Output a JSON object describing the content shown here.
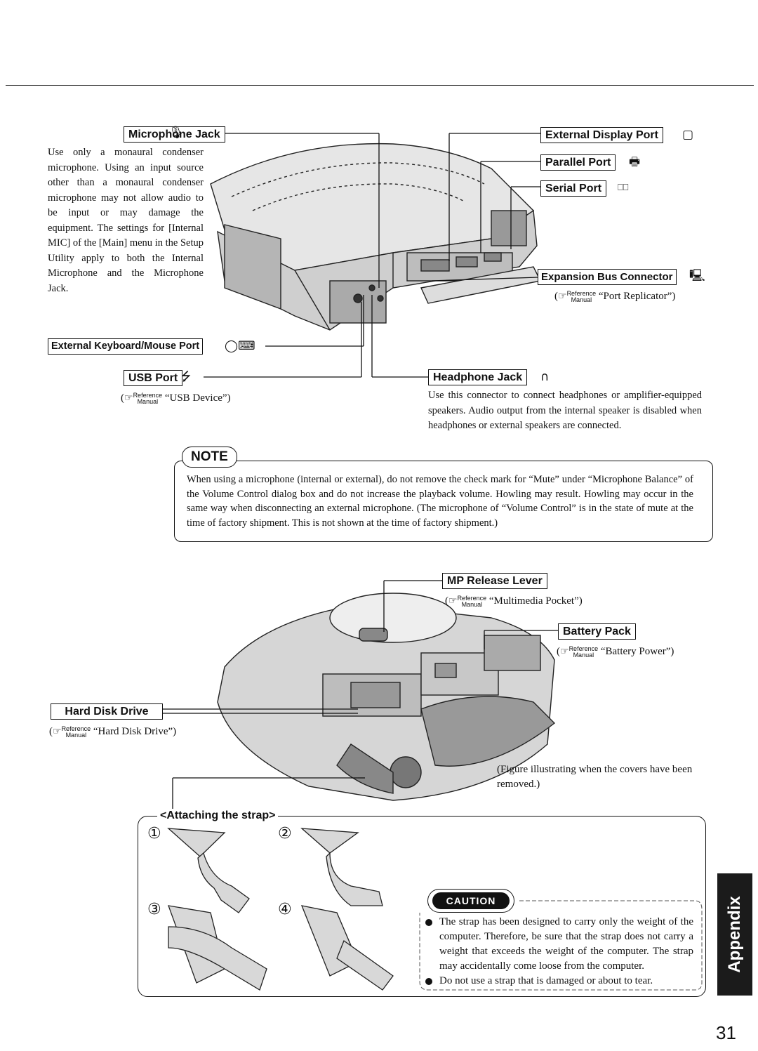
{
  "page_number": "31",
  "side_tab": "Appendix",
  "top_section": {
    "microphone_jack": {
      "label": "Microphone Jack",
      "icon": "microphone-icon",
      "text": "Use only a monaural condenser microphone. Using an input source other than a monaural condenser microphone may not allow audio to be input or may damage the equipment. The settings for [Internal MIC] of the [Main] menu in the Setup Utility apply to both the Internal Microphone and the Microphone Jack."
    },
    "external_keyboard_port": {
      "label": "External Keyboard/Mouse Port",
      "icon": "keyboard-mouse-icon"
    },
    "usb_port": {
      "label": "USB Port",
      "icon": "usb-icon",
      "ref_word": "Reference",
      "ref_sub": "Manual",
      "ref_text": "“USB Device”)"
    },
    "external_display_port": {
      "label": "External Display Port",
      "icon": "display-icon"
    },
    "parallel_port": {
      "label": "Parallel Port",
      "icon": "printer-icon"
    },
    "serial_port": {
      "label": "Serial Port",
      "icon": "serial-icon"
    },
    "expansion_bus": {
      "label": "Expansion Bus Connector",
      "icon": "expansion-icon",
      "ref_word": "Reference",
      "ref_sub": "Manual",
      "ref_text": "“Port Replicator”)"
    },
    "headphone_jack": {
      "label": "Headphone Jack",
      "icon": "headphone-icon",
      "text": "Use this connector to connect headphones or amplifier-equipped speakers. Audio output from the internal speaker is disabled when headphones or external speakers are connected."
    }
  },
  "note": {
    "tag": "NOTE",
    "text": "When using a microphone (internal or external), do not remove the check mark for “Mute” under “Microphone Balance” of the Volume Control dialog box and do not increase the playback volume. Howling may result. Howling may occur in the same way when disconnecting an external microphone. (The microphone of “Volume Control” is in the state of mute at the time of factory shipment. This is not shown at the time of factory shipment.)"
  },
  "bottom_section": {
    "mp_release_lever": {
      "label": "MP Release Lever",
      "ref_word": "Reference",
      "ref_sub": "Manual",
      "ref_text": "“Multimedia Pocket”)"
    },
    "battery_pack": {
      "label": "Battery Pack",
      "ref_word": "Reference",
      "ref_sub": "Manual",
      "ref_text": "“Battery Power”)"
    },
    "hard_disk_drive": {
      "label": "Hard Disk Drive",
      "ref_word": "Reference",
      "ref_sub": "Manual",
      "ref_text": "“Hard Disk Drive”)"
    },
    "caption": "(Figure illustrating when the covers have been removed.)"
  },
  "strap": {
    "title": "<Attaching the strap>",
    "steps": [
      "①",
      "②",
      "③",
      "④"
    ],
    "caution_tag": "CAUTION",
    "caution_items": [
      "The strap has been designed to carry only the weight of the computer. Therefore, be sure that the strap does not carry a weight that exceeds the weight of the computer. The strap may accidentally come loose from the computer.",
      "Do not use a strap that is damaged or about to tear."
    ]
  }
}
